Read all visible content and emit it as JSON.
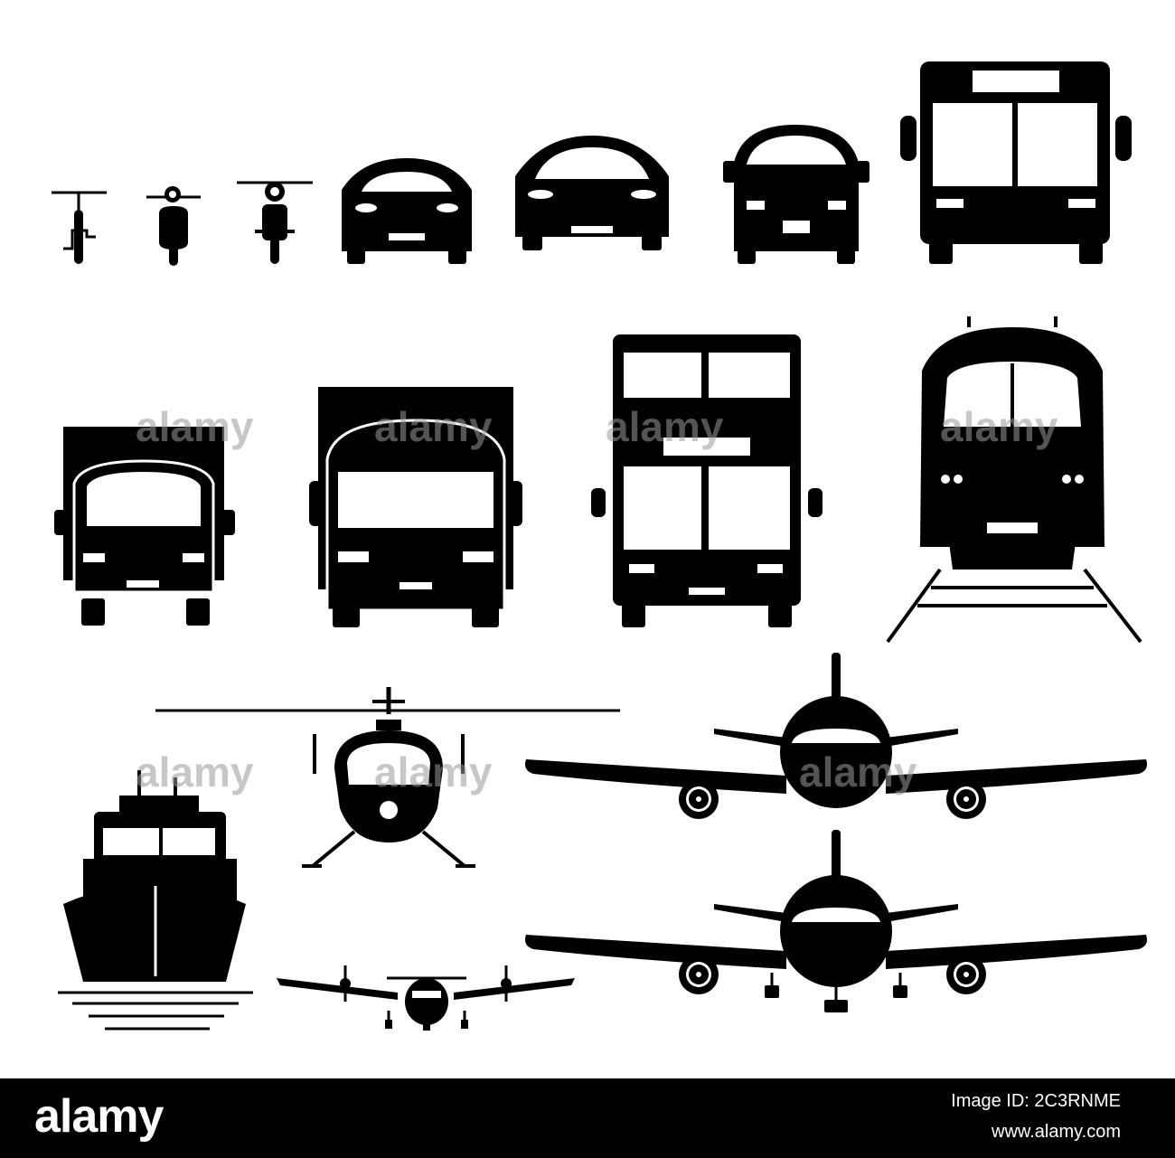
{
  "watermark": {
    "text": "alamy"
  },
  "icons": [
    "bicycle-icon",
    "scooter-icon",
    "motorcycle-icon",
    "car-icon",
    "sedan-icon",
    "van-icon",
    "bus-icon",
    "truck-icon",
    "lorry-icon",
    "double-decker-bus-icon",
    "train-icon",
    "helicopter-icon",
    "airplane-icon",
    "ship-icon",
    "small-propeller-plane-icon",
    "airplane-landing-gear-icon"
  ],
  "footer": {
    "logo": "alamy",
    "image_id": "Image ID: 2C3RNME",
    "url": "www.alamy.com"
  },
  "colors": {
    "ink": "#000000",
    "background": "#ffffff",
    "footer": "#000000"
  }
}
